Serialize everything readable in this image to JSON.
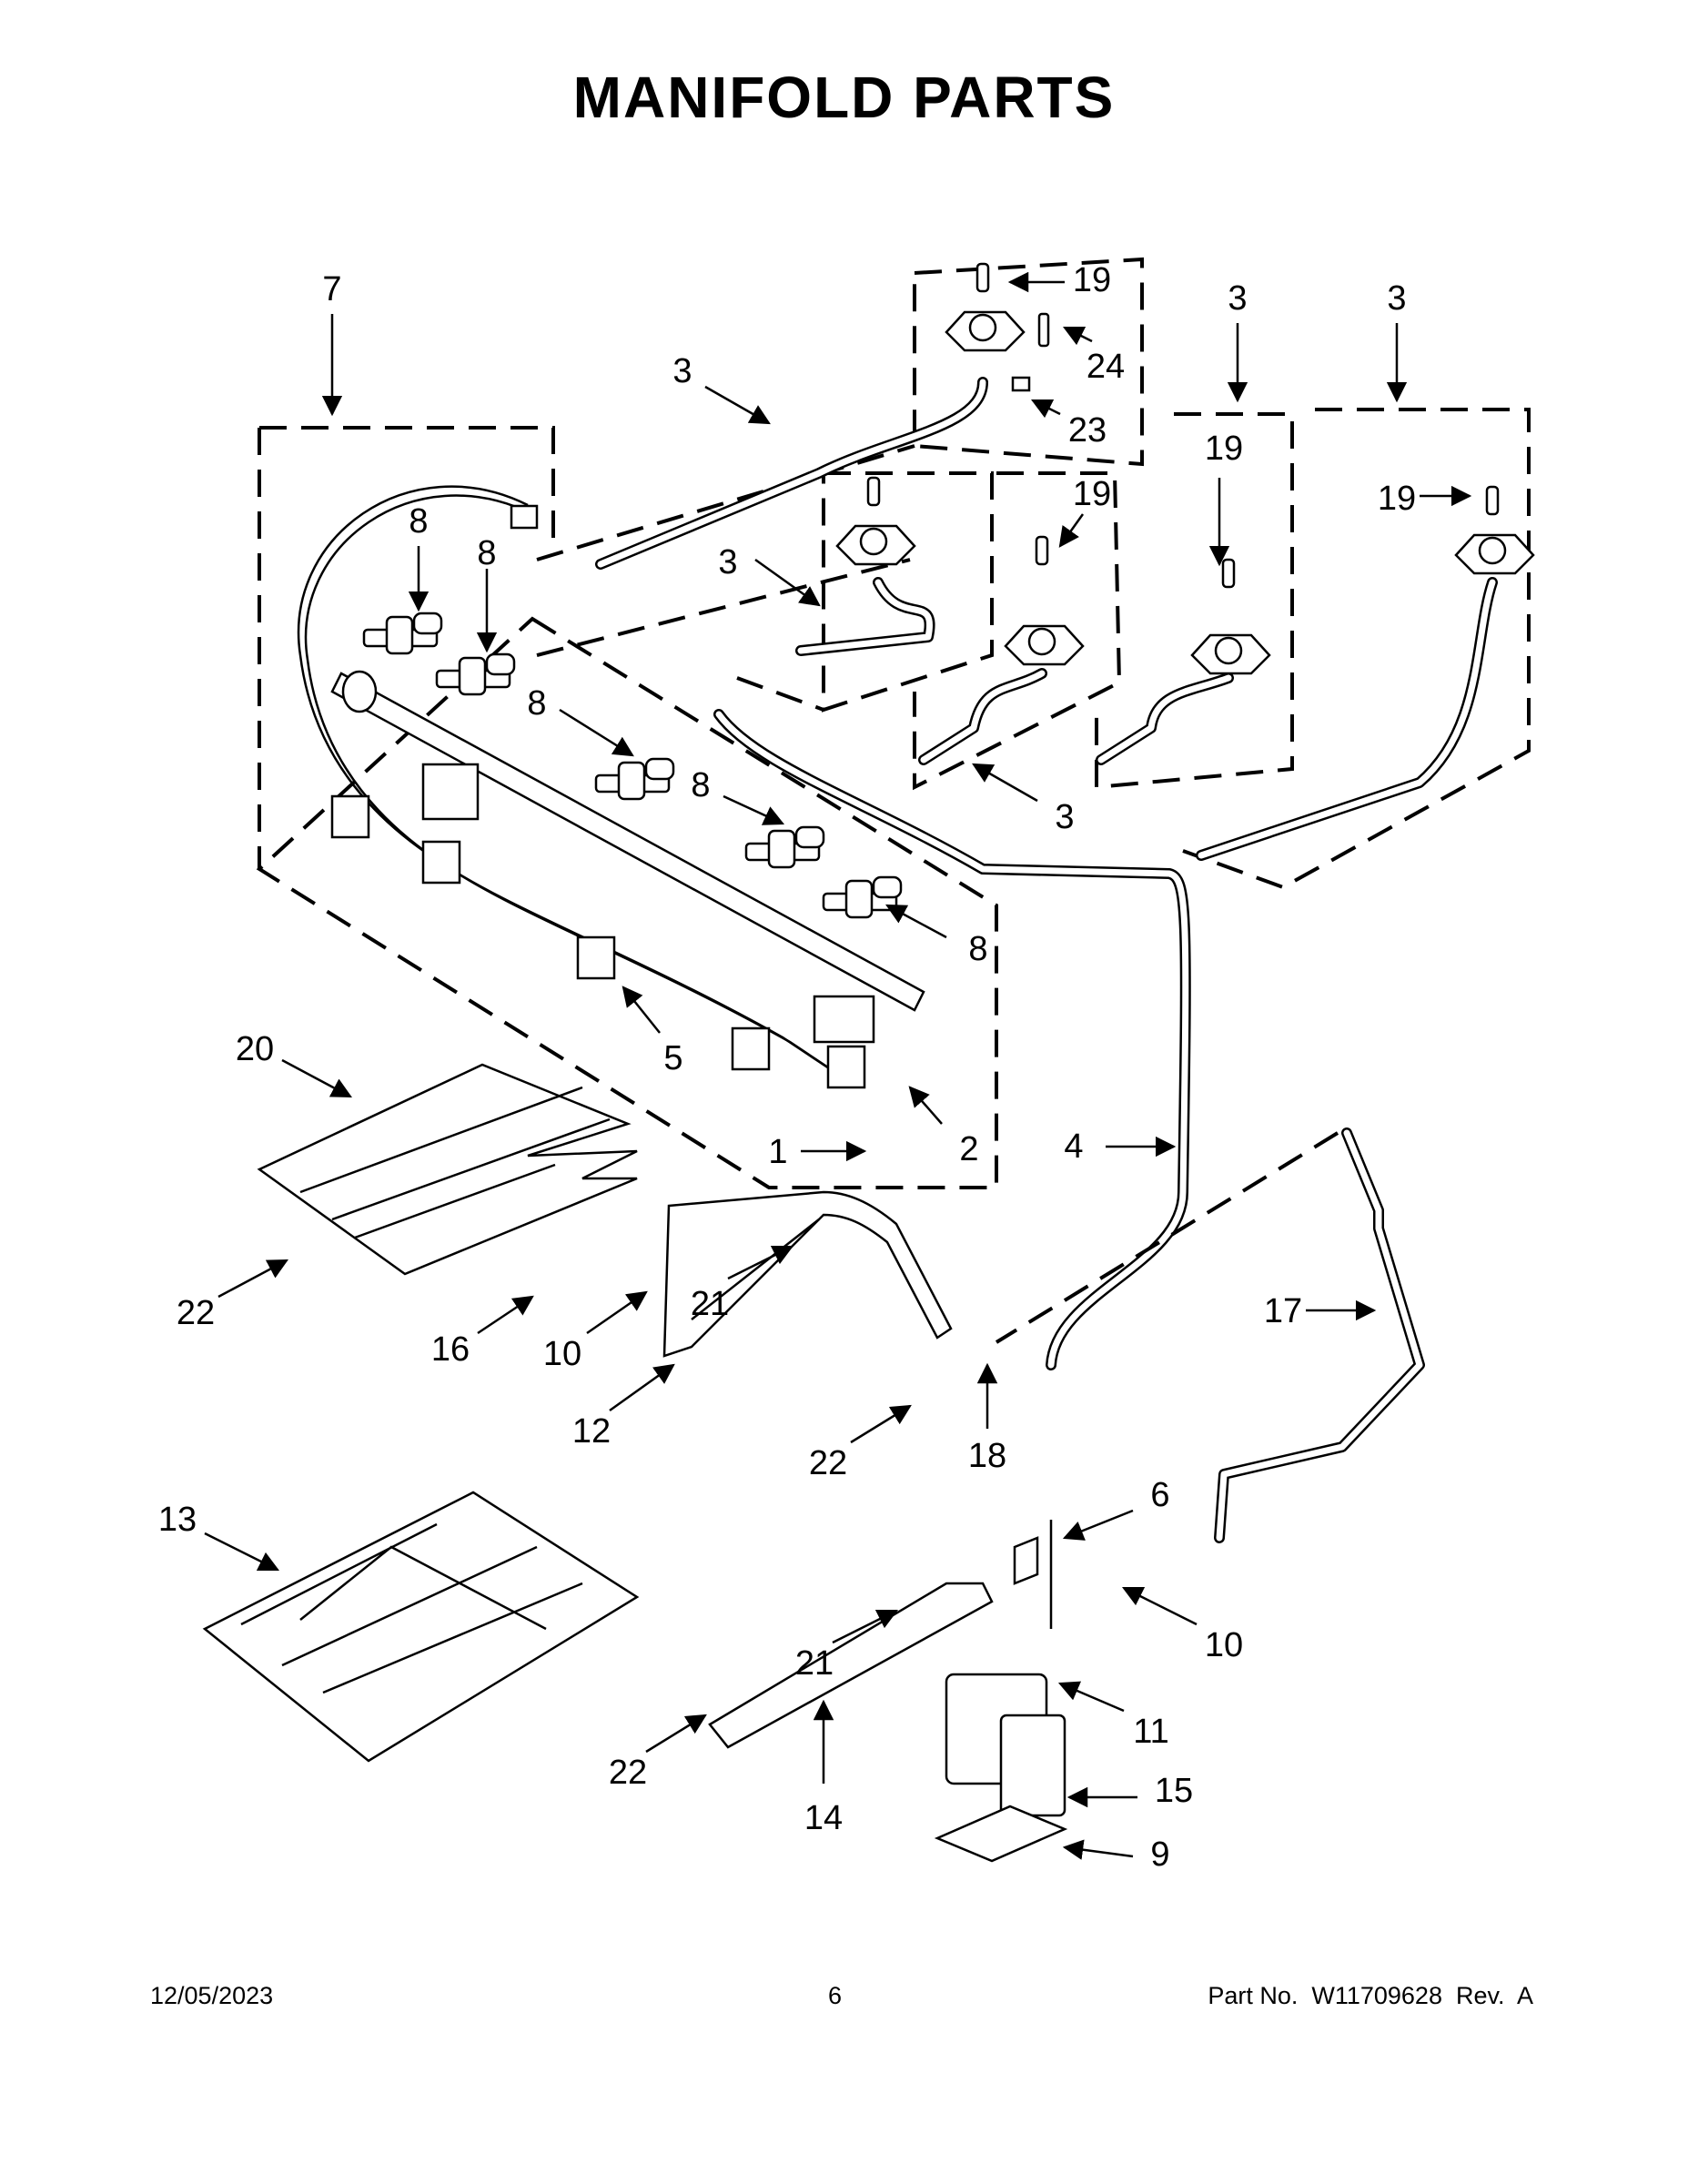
{
  "title": "MANIFOLD PARTS",
  "footer": {
    "date": "12/05/2023",
    "page": "6",
    "part_no": "Part No.  W11709628  Rev.  A"
  },
  "callouts": [
    "7",
    "3",
    "19",
    "24",
    "23",
    "3",
    "3",
    "19",
    "8",
    "8",
    "19",
    "19",
    "3",
    "8",
    "8",
    "3",
    "8",
    "5",
    "20",
    "1",
    "2",
    "4",
    "22",
    "21",
    "16",
    "10",
    "17",
    "12",
    "22",
    "18",
    "6",
    "13",
    "10",
    "21",
    "11",
    "22",
    "15",
    "14",
    "9"
  ]
}
